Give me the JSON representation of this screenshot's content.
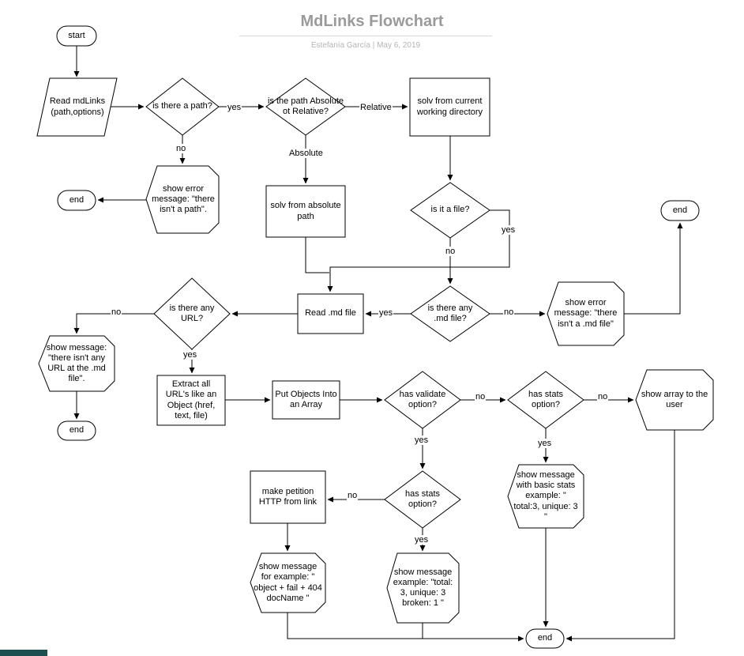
{
  "header": {
    "title": "MdLinks Flowchart",
    "subtitle": "Estefanía García  |  May 6, 2019"
  },
  "nodes": {
    "start": "start",
    "read_mdlinks": "Read mdLinks (path,options)",
    "is_there_path": "is there a path?",
    "abs_or_rel": "is the path Absolute ot Relative?",
    "solv_current": "solv from current working directory",
    "error_no_path": "show error message: \"there isn't a path\".",
    "end_1": "end",
    "solv_absolute": "solv from absolute path",
    "is_file": "is it a file?",
    "end_2": "end",
    "read_md": "Read .md file",
    "any_md": "is there any .md file?",
    "error_no_md": "show error message: \"there isn't a .md file\"",
    "any_url": "is there any URL?",
    "msg_no_url": "show message: \"there isn't any URL at the .md file\".",
    "end_3": "end",
    "extract": "Extract all URL's like an Object (href, text, file)",
    "put_objects": "Put Objects Into an Array",
    "has_validate": "has validate option?",
    "has_stats_1": "has stats option?",
    "show_array": "show array to the user",
    "has_stats_2": "has stats option?",
    "basic_stats": "show message with basic stats example: \" total:3, unique: 3  \"",
    "make_petition": "make petition HTTP from link",
    "msg_example": "show message example: \"total: 3, unique: 3 broken: 1  \"",
    "msg_object_fail": "show message for example: \" object + fail + 404 docName \"",
    "end_4": "end"
  },
  "edge_labels": {
    "path_yes": "yes",
    "path_no": "no",
    "relative": "Relative",
    "absolute": "Absolute",
    "file_yes": "yes",
    "file_no": "no",
    "md_yes": "yes",
    "md_no": "no",
    "url_no": "no",
    "url_yes": "yes",
    "validate_no": "no",
    "validate_yes": "yes",
    "stats1_no": "no",
    "stats1_yes": "yes",
    "stats2_no": "no",
    "stats2_yes": "yes"
  },
  "colors": {
    "stroke": "#000000",
    "title_gray": "#9a9a9a",
    "bottom_bar": "#1d4e50"
  }
}
